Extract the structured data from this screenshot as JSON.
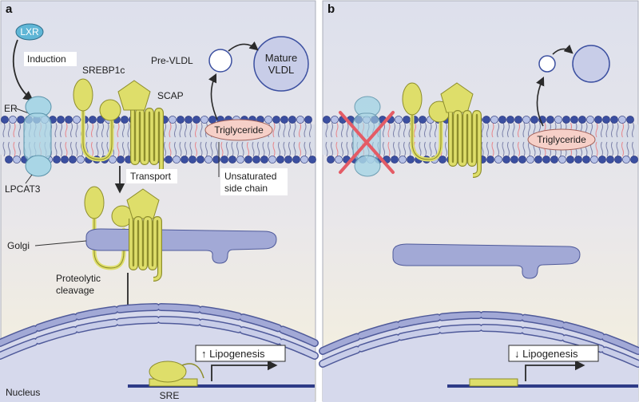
{
  "panel_a": {
    "letter": "a",
    "lxr": "LXR",
    "induction": "Induction",
    "srebp1c": "SREBP1c",
    "scap": "SCAP",
    "pre_vldl": "Pre-VLDL",
    "mature_vldl_line1": "Mature",
    "mature_vldl_line2": "VLDL",
    "er": "ER",
    "triglyceride": "Triglyceride",
    "lpcat3": "LPCAT3",
    "transport": "Transport",
    "unsaturated_line1": "Unsaturated",
    "unsaturated_line2": "side chain",
    "golgi": "Golgi",
    "proteolytic_line1": "Proteolytic",
    "proteolytic_line2": "cleavage",
    "lipogenesis": "↑ Lipogenesis",
    "sre": "SRE",
    "nucleus": "Nucleus"
  },
  "panel_b": {
    "letter": "b",
    "triglyceride": "Triglyceride",
    "lipogenesis": "↓ Lipogenesis"
  },
  "colors": {
    "bg_top": "#dde0ec",
    "bg_bottom": "#f6f1dc",
    "head_blue": "#3b4fa0",
    "head_light": "#b7c1e6",
    "protein_yellow": "#dede6a",
    "protein_stroke": "#8d8d2c",
    "lpcat3_blue": "#a9d6e6",
    "lxr_blue": "#5fb6d6",
    "triglyceride_pink": "#f6d0c8",
    "golgi_purple": "#a2a9d6",
    "nucleus_purple": "#c8cde8",
    "cross_red": "#e45c66"
  }
}
